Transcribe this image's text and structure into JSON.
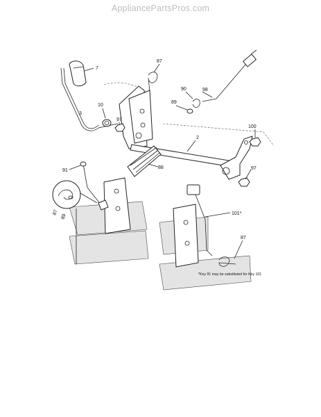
{
  "watermark": "AppliancePartsPros.com",
  "labels": {
    "k7": "7",
    "k87a": "87",
    "k90": "90",
    "k98": "98",
    "k10": "10",
    "k89a": "89",
    "k3": "3",
    "k97a": "97",
    "k2": "2",
    "k100": "100",
    "k88": "88",
    "k91": "91",
    "k97b": "97",
    "k87b": "87",
    "k89b": "89",
    "k101": "101*",
    "k87c": "87"
  },
  "footnote": "*Key 91 may be substituted for Key 101"
}
